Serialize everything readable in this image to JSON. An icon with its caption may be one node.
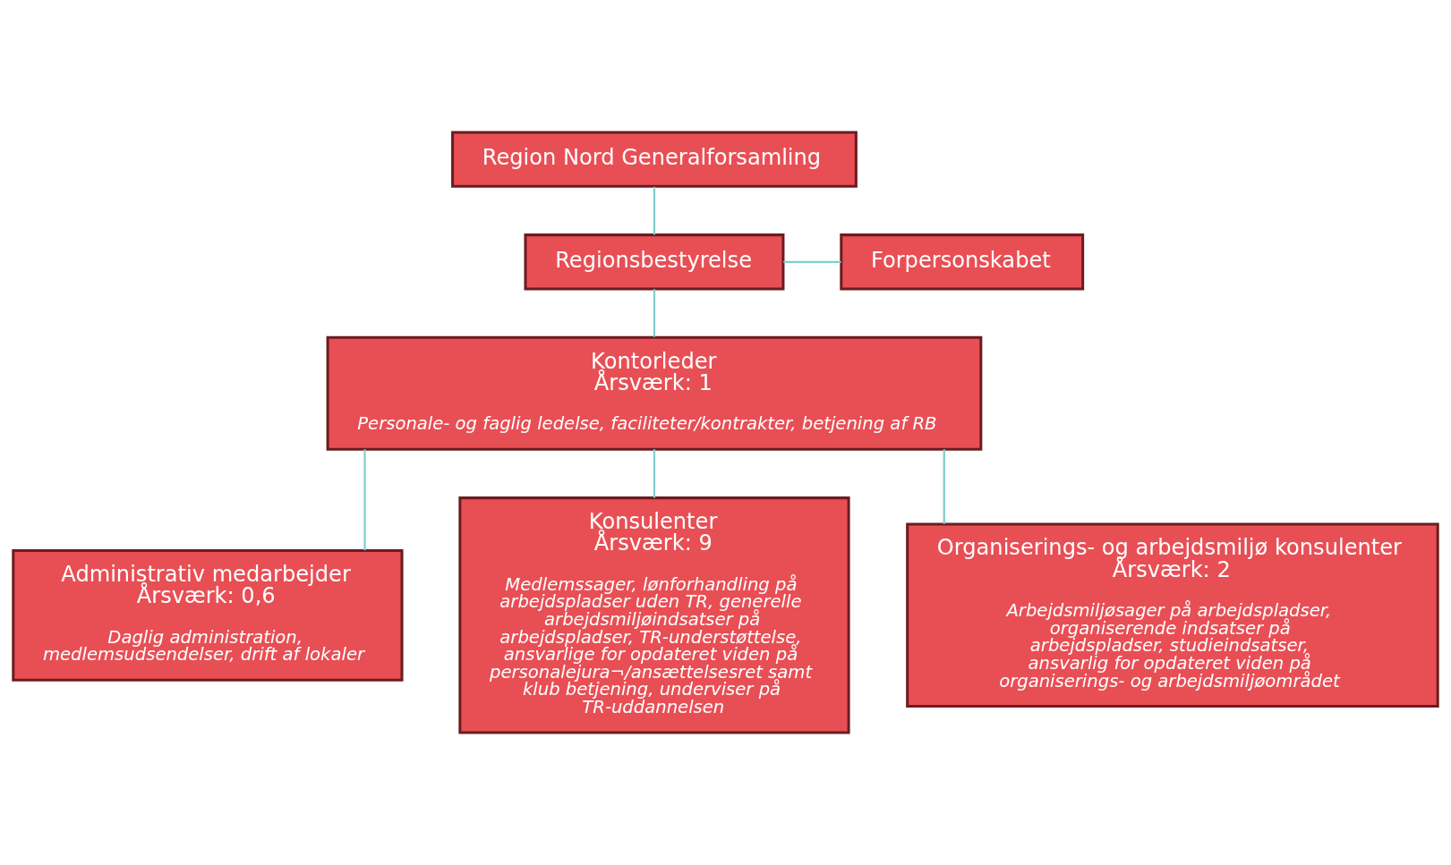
{
  "diagram": {
    "nodes": [
      {
        "text": [
          "Region Nord Generalforsamling"
        ]
      },
      {
        "text": [
          "Regionsbestyrelse"
        ]
      },
      {
        "text": [
          "Forpersonskabet"
        ]
      },
      {
        "text": [
          "Kontorleder",
          "Årsværk: 1",
          "Personale- og faglig ledelse, faciliteter/kontrakter, betjening af RB"
        ]
      },
      {
        "text": [
          "Administrativ medarbejder",
          "Årsværk: 0,6",
          "Daglig administration, medlemsudsendelser, drift af lokaler"
        ]
      },
      {
        "text": [
          "Konsulenter",
          "Årsværk: 9",
          "Medlemssager, lønforhandling på arbejdspladser uden TR, generelle arbejdsmiljøindsatser på arbejdspladser, TR-understøttelse, ansvarlige for opdateret viden på personalejura¬/ansættelsesret samt klub betjening, underviser på TR-uddannelsen"
        ]
      },
      {
        "text": [
          "Organiserings- og arbejdsmiljø konsulenter",
          "Årsværk: 2",
          "Arbejdsmiljøsager på arbejdspladser, organiserende indsatser på arbejdspladser, studieindsatser, ansvarlig for opdateret viden på organiserings- og arbejdsmiljøområdet"
        ]
      }
    ],
    "edges": [
      {
        "from": 0,
        "to": 1,
        "arrow": "none"
      },
      {
        "from": 1,
        "to": 2,
        "arrow": "none"
      },
      {
        "from": 1,
        "to": 3,
        "arrow": "none"
      },
      {
        "from": 3,
        "to": 4,
        "arrow": "none"
      },
      {
        "from": 3,
        "to": 5,
        "arrow": "none"
      },
      {
        "from": 3,
        "to": 6,
        "arrow": "none"
      }
    ]
  }
}
